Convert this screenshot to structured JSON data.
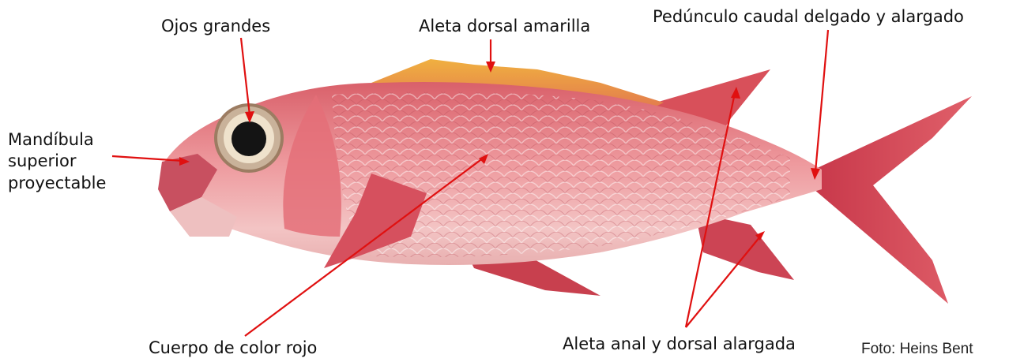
{
  "labels": {
    "ojos": "Ojos grandes",
    "aleta_dorsal": "Aleta dorsal amarilla",
    "pedunculo": "Pedúnculo caudal delgado y alargado",
    "mandibula": [
      "Mandíbula",
      "superior",
      "proyectable"
    ],
    "cuerpo": "Cuerpo de color rojo",
    "aleta_anal": "Aleta anal y dorsal alargada"
  },
  "credit": "Foto: Heins Bent",
  "colors": {
    "arrow": "#e01010",
    "body": "#e8a0a0",
    "fin": "#d85050",
    "dorsal_fin": "#e8a040"
  }
}
